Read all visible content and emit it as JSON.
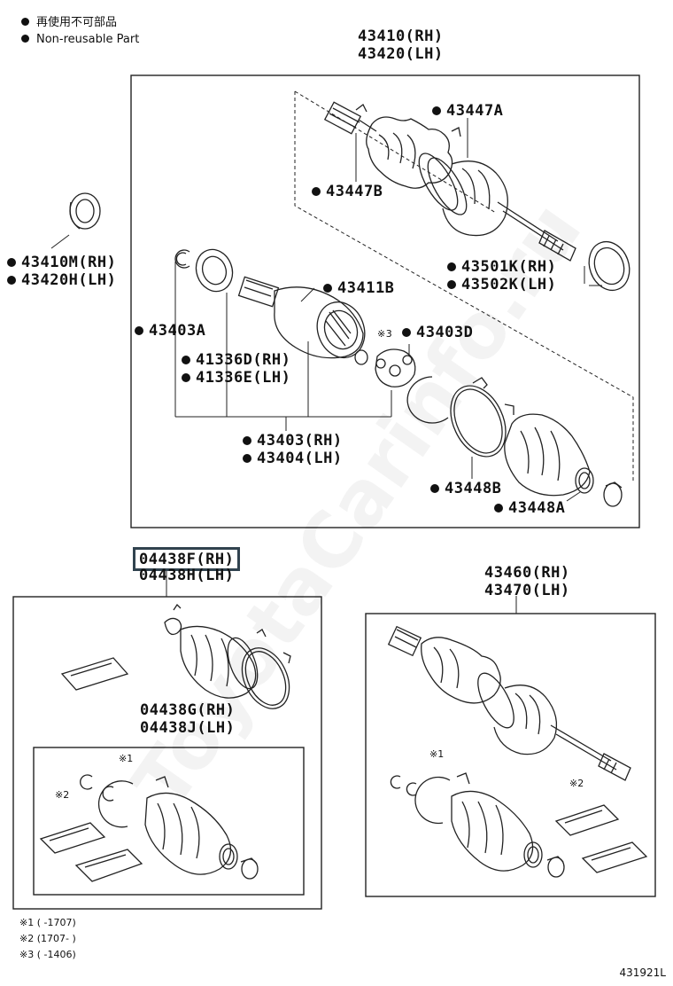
{
  "legend": {
    "line_jp": "再使用不可部品",
    "line_en": "Non-reusable Part"
  },
  "top_assembly": {
    "pn_rh": "43410(RH)",
    "pn_lh": "43420(LH)"
  },
  "labels": {
    "p43447A": "43447A",
    "p43447B": "43447B",
    "p43410M": "43410M(RH)",
    "p43420H": "43420H(LH)",
    "p43501K": "43501K(RH)",
    "p43502K": "43502K(LH)",
    "p43411B": "43411B",
    "p43403A": "43403A",
    "p43403D": "43403D",
    "p41336D": "41336D(RH)",
    "p41336E": "41336E(LH)",
    "p43403": "43403(RH)",
    "p43404": "43404(LH)",
    "p43448B": "43448B",
    "p43448A": "43448A"
  },
  "kit_boot": {
    "pn_rh": "04438F(RH)",
    "pn_lh": "04438H(LH)"
  },
  "kit_inner": {
    "pn_rh": "04438G(RH)",
    "pn_lh": "04438J(LH)"
  },
  "alt_assembly": {
    "pn_rh": "43460(RH)",
    "pn_lh": "43470(LH)"
  },
  "marks": {
    "m1": "※1",
    "m2": "※2",
    "m3": "※3"
  },
  "footnotes": [
    "※1 (      -1707)",
    "※2 (1707-      )",
    "※3 (      -1406)"
  ],
  "diagram_code": "431921L",
  "watermark": "ToyotaCarinfo.ru"
}
